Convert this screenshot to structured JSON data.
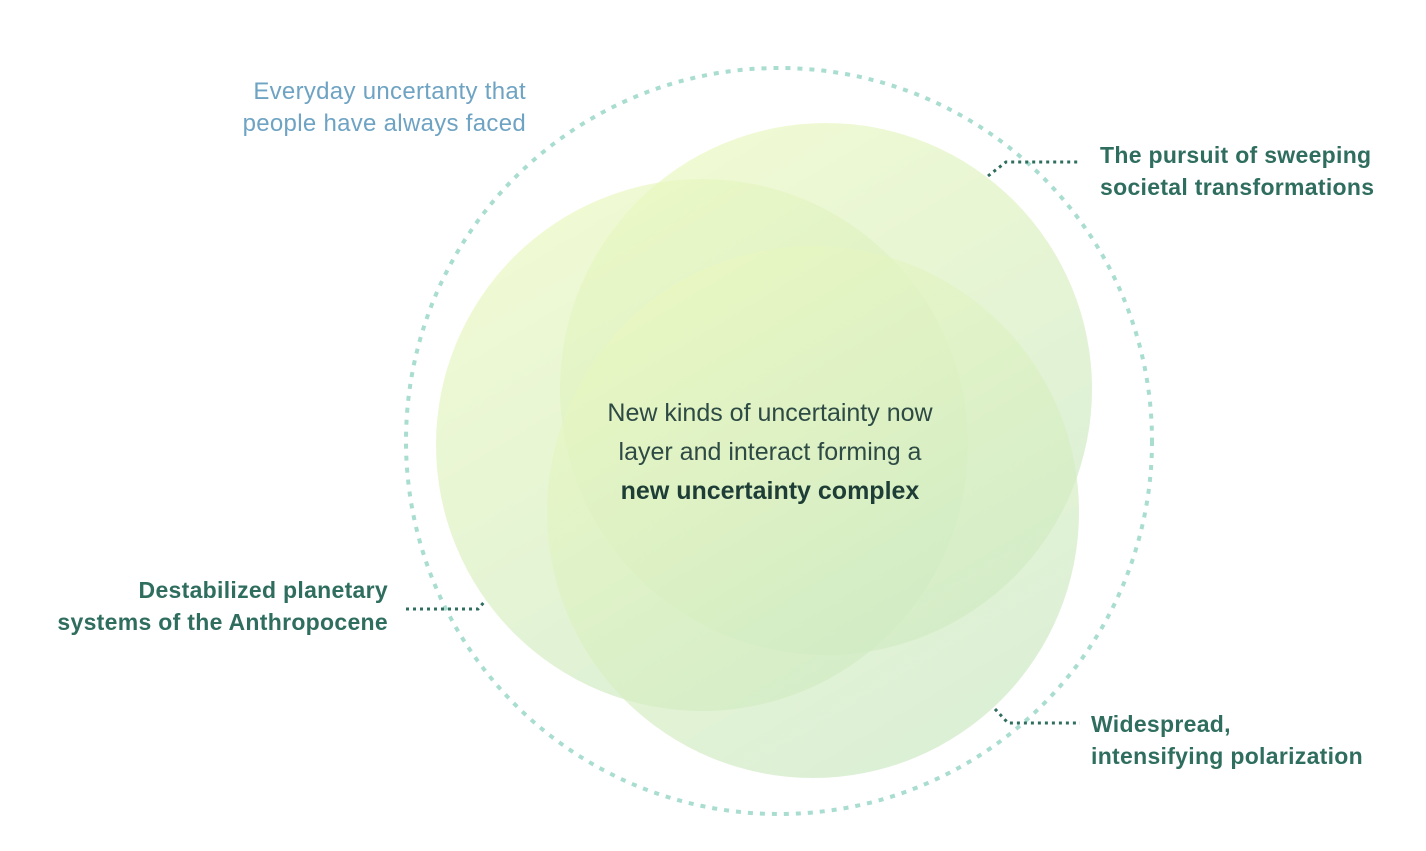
{
  "outer_label": [
    "Everyday uncertanty that",
    "people have always faced"
  ],
  "labels": {
    "top_right": [
      "The pursuit of sweeping",
      "societal transformations"
    ],
    "left": [
      "Destabilized planetary",
      "systems of the Anthropocene"
    ],
    "bottom_right": [
      "Widespread,",
      "intensifying polarization"
    ]
  },
  "center": {
    "line1": "New kinds of uncertainty now",
    "line2": "layer and interact forming a",
    "bold": "new uncertainty complex"
  },
  "colors": {
    "outer_ring": "#a9ddd0",
    "label": "#2f6e5f",
    "outer_label": "#6ea3c3",
    "circle_light": "#eefac0",
    "circle_dark": "#c6e6c0"
  }
}
